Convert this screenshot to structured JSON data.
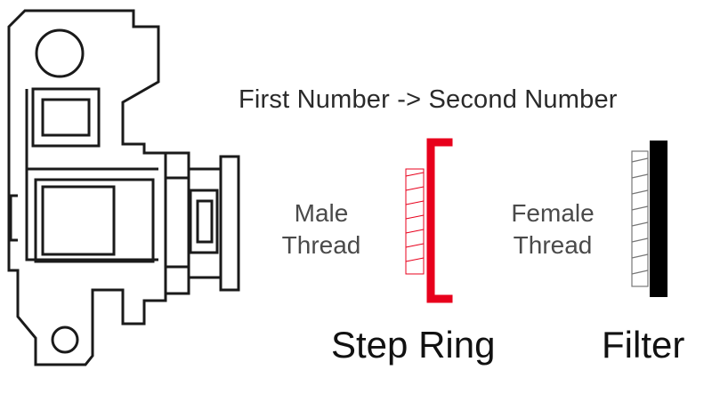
{
  "diagram": {
    "heading": "First Number -> Second Number",
    "male_thread": {
      "line1": "Male",
      "line2": "Thread"
    },
    "female_thread": {
      "line1": "Female",
      "line2": "Thread"
    },
    "step_ring_caption": "Step Ring",
    "filter_caption": "Filter"
  },
  "colors": {
    "outline": "#1a1a1a",
    "step_ring": "#e8001c",
    "filter": "#000000",
    "thread_lines": "#777777"
  },
  "icons": [
    "camera-outline-icon",
    "step-ring-icon",
    "filter-icon"
  ]
}
